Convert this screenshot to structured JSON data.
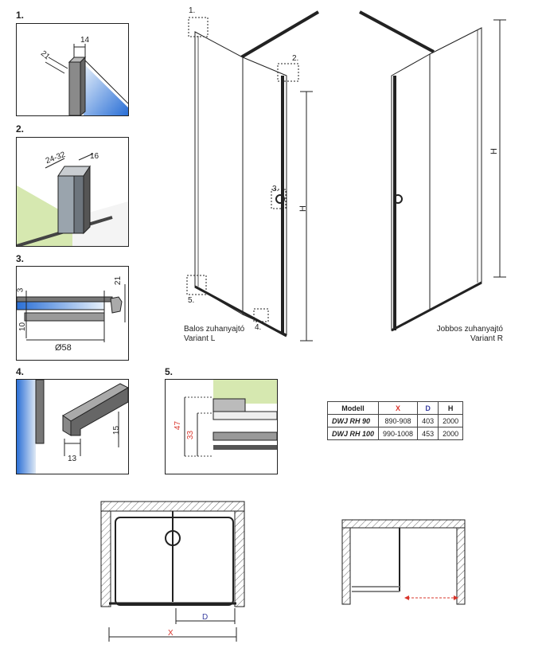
{
  "panels": {
    "p1": {
      "label": "1.",
      "dim_a": "21",
      "dim_b": "14"
    },
    "p2": {
      "label": "2.",
      "dim_a": "24-32",
      "dim_b": "16"
    },
    "p3": {
      "label": "3.",
      "dim_a": "3",
      "dim_b": "21",
      "dim_c": "10",
      "dim_d": "Ø58"
    },
    "p4": {
      "label": "4.",
      "dim_a": "15",
      "dim_b": "13"
    },
    "p5": {
      "label": "5.",
      "dim_a": "47",
      "dim_b": "33"
    }
  },
  "main_left": {
    "markers": [
      "1.",
      "2.",
      "3.",
      "4.",
      "5."
    ],
    "height_label": "H",
    "caption_line1": "Balos zuhanyajtó",
    "caption_line2": "Variant L"
  },
  "main_right": {
    "height_label": "H",
    "caption_line1": "Jobbos zuhanyajtó",
    "caption_line2": "Variant R"
  },
  "spec_table": {
    "headers": [
      "Modell",
      "X",
      "D",
      "H"
    ],
    "header_colors": {
      "X": "#d9342b",
      "D": "#3a3fa0",
      "H": "#222222"
    },
    "rows": [
      [
        "DWJ RH 90",
        "890-908",
        "403",
        "2000"
      ],
      [
        "DWJ RH 100",
        "990-1008",
        "453",
        "2000"
      ]
    ]
  },
  "plan": {
    "d_label": "D",
    "x_label": "X"
  },
  "colors": {
    "accent_red": "#d9342b",
    "accent_blue": "#3a3fa0",
    "glass_blue": "#2a6fd6",
    "wall_green": "#d6e8b0"
  }
}
